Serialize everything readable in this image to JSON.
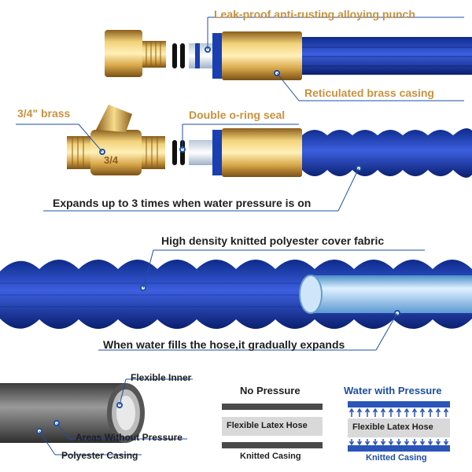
{
  "top": {
    "callout_punch": "Leak-proof anti-rusting alloying punch",
    "callout_casing": "Reticulated brass casing",
    "callout_brass": "3/4\" brass",
    "callout_oring": "Double o-ring seal",
    "valve_mark": "3/4",
    "expands": "Expands up to 3 times when water pressure is on"
  },
  "middle": {
    "fabric": "High density knitted polyester cover fabric",
    "fills": "When water fills the hose,it gradually expands"
  },
  "bottom": {
    "flexible_inner": "Flexible Inner",
    "areas_without_pressure": "Areas Without Pressure",
    "polyester_casing": "Polyester Casing",
    "no_pressure_title": "No Pressure",
    "no_pressure_latex": "Flexible Latex Hose",
    "no_pressure_knitted": "Knitted Casing",
    "with_pressure_title": "Water with Pressure",
    "with_pressure_latex": "Flexible Latex Hose",
    "with_pressure_knitted": "Knitted Casing"
  },
  "colors": {
    "gold": "#c8923f",
    "blue": "#1e4fa3",
    "text": "#1f1f1f"
  }
}
